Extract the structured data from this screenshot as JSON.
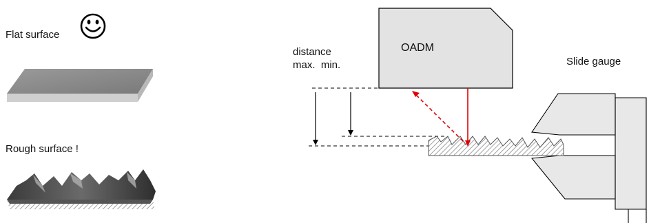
{
  "labels": {
    "flat_surface": "Flat surface",
    "rough_surface": "Rough surface !",
    "distance": "distance",
    "max_min": "max.  min.",
    "oadm": "OADM",
    "slide_gauge": "Slide gauge"
  },
  "icons": {
    "smiley": "smiley-face-icon"
  },
  "colors": {
    "laser": "#e00000",
    "oadm_fill": "#e3e3e3",
    "gauge_fill": "#e8e8e8",
    "outline": "#000000"
  }
}
